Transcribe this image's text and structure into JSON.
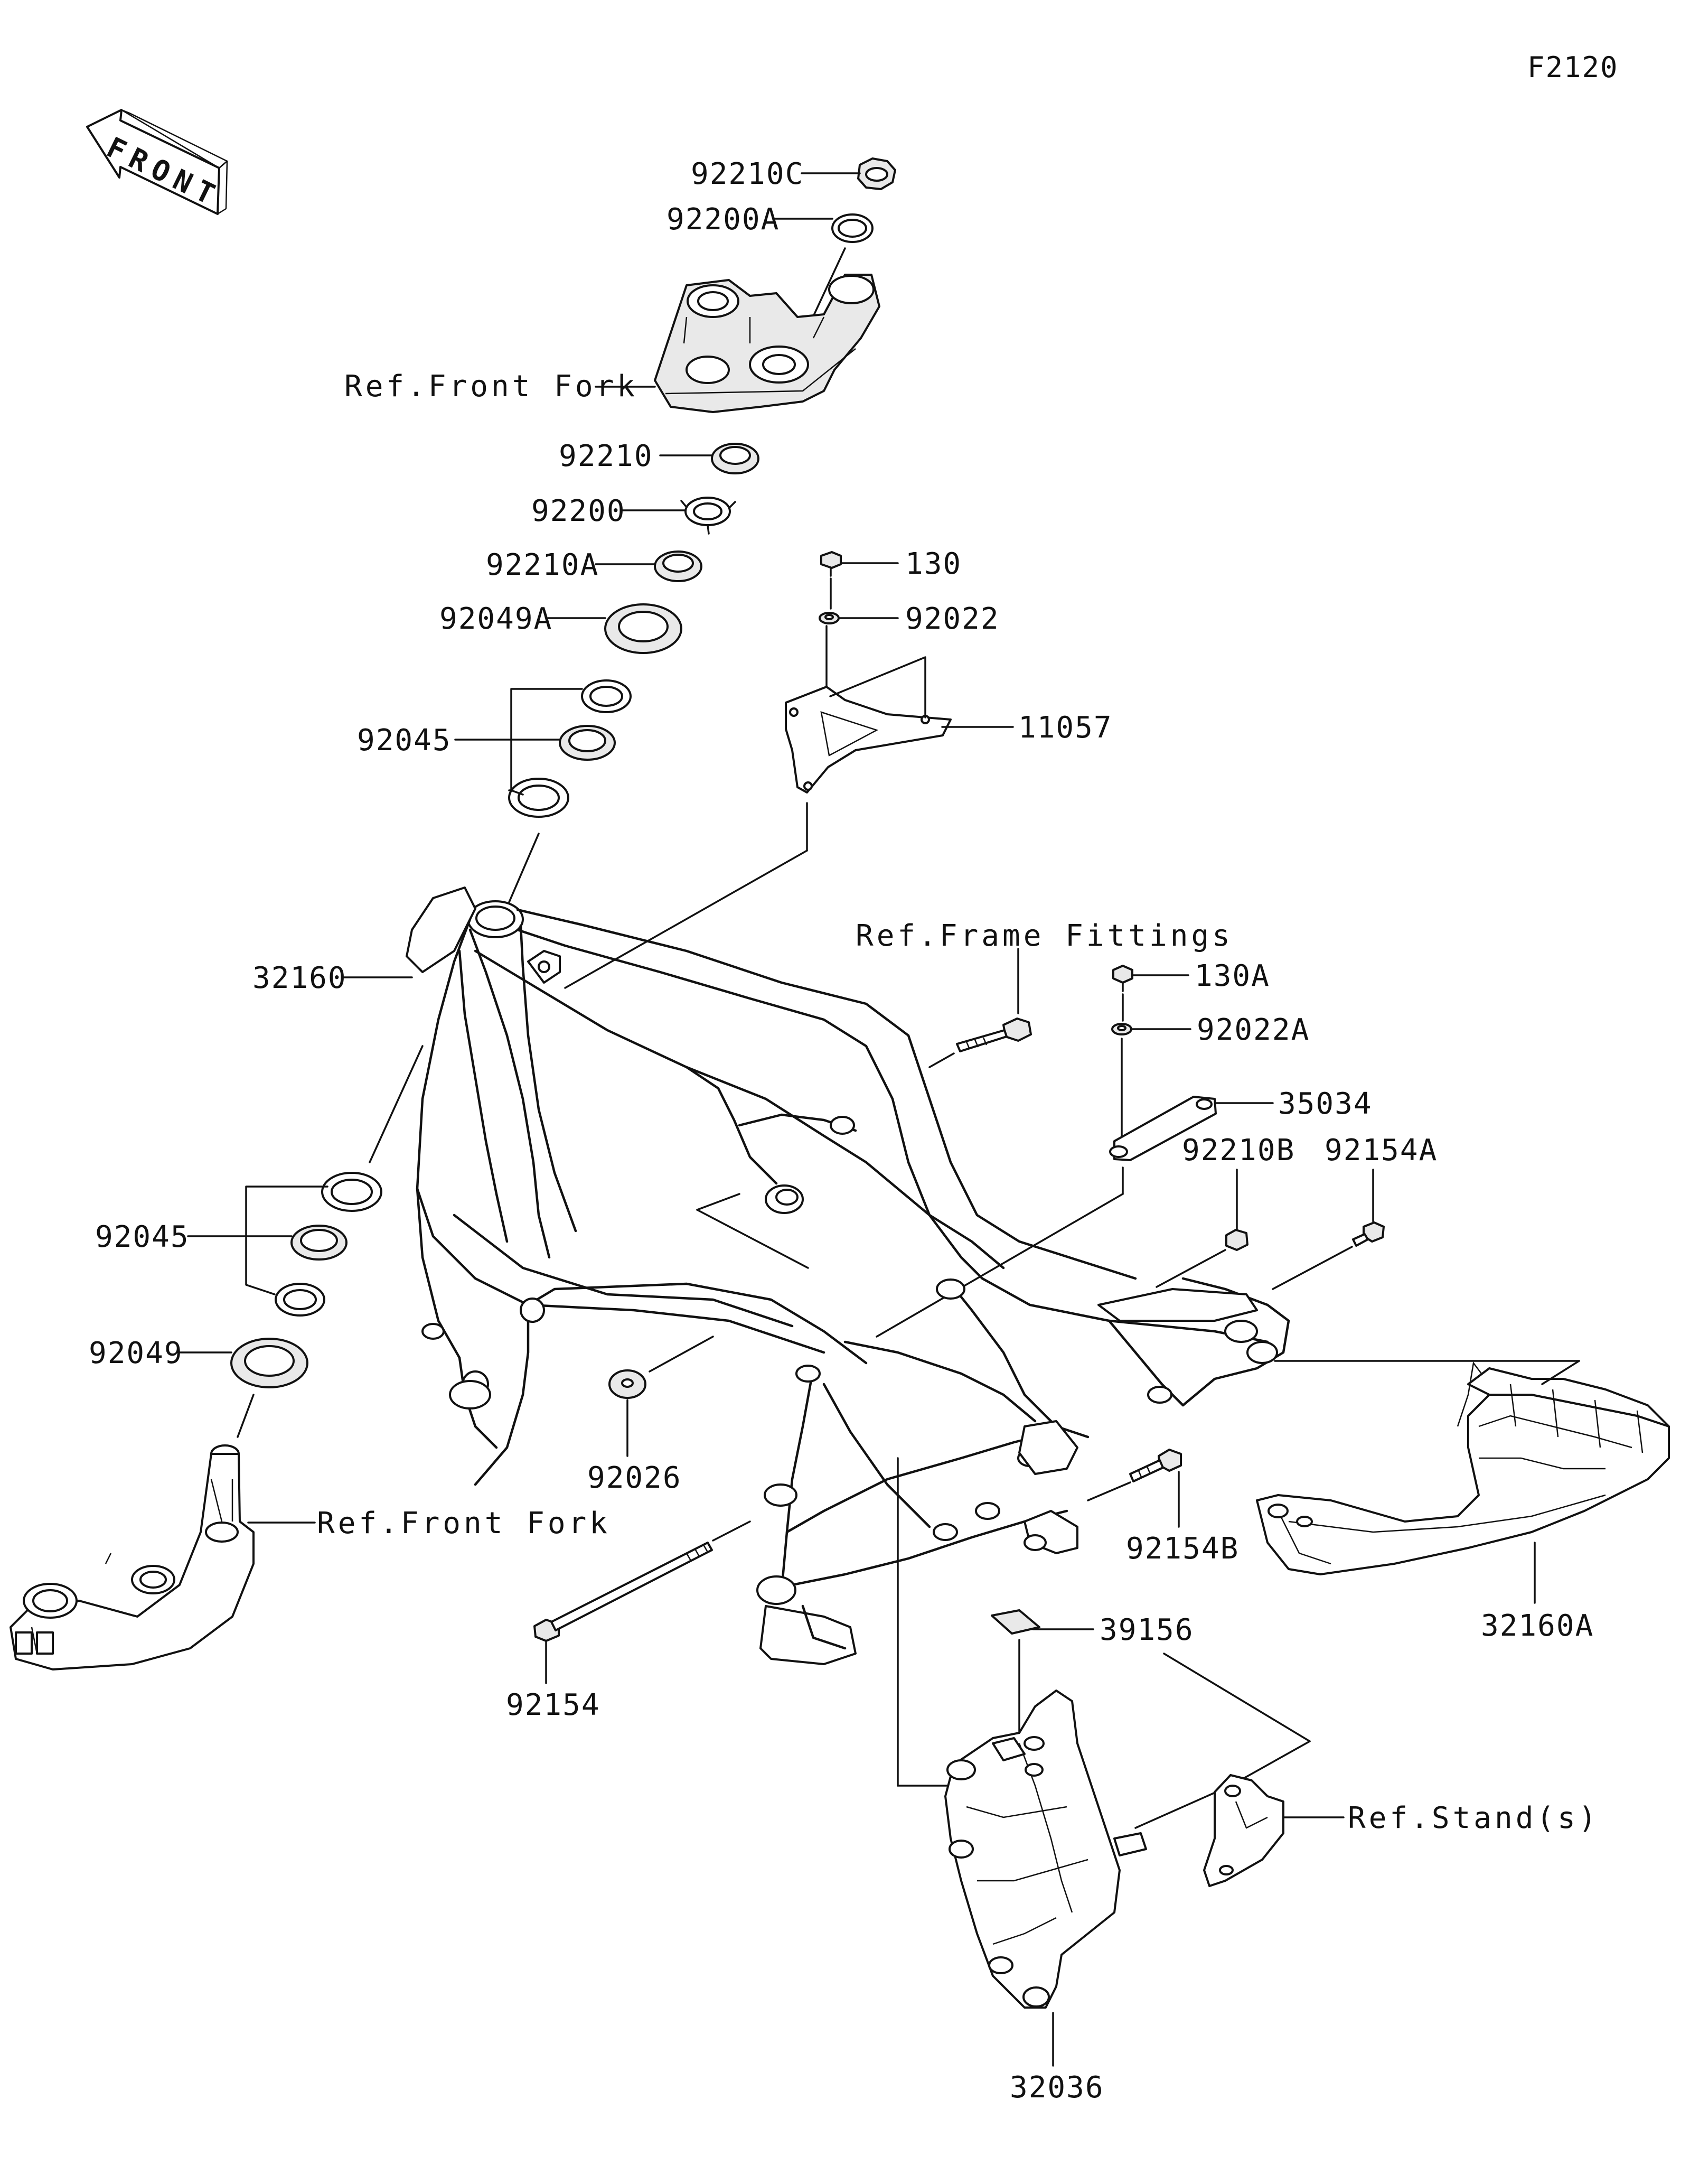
{
  "figure_code": "F2120",
  "front_arrow_label": "FRONT",
  "labels": {
    "p92210C": "92210C",
    "p92200A": "92200A",
    "ref_front_fork_top": "Ref.Front Fork",
    "p92210": "92210",
    "p92200": "92200",
    "p92210A": "92210A",
    "p92049A": "92049A",
    "p92045_top": "92045",
    "p130": "130",
    "p92022": "92022",
    "p11057": "11057",
    "ref_frame_fittings": "Ref.Frame Fittings",
    "p130A": "130A",
    "p92022A": "92022A",
    "p35034": "35034",
    "p32160": "32160",
    "p92210B": "92210B",
    "p92154A": "92154A",
    "p92045_bottom": "92045",
    "p92049": "92049",
    "p92026": "92026",
    "ref_front_fork_bottom": "Ref.Front Fork",
    "p92154B": "92154B",
    "p39156": "39156",
    "p32160A": "32160A",
    "p92154": "92154",
    "ref_stands": "Ref.Stand(s)",
    "p32036": "32036"
  },
  "colors": {
    "line": "#111111",
    "background": "#ffffff",
    "shade": "#e9e9e9"
  }
}
